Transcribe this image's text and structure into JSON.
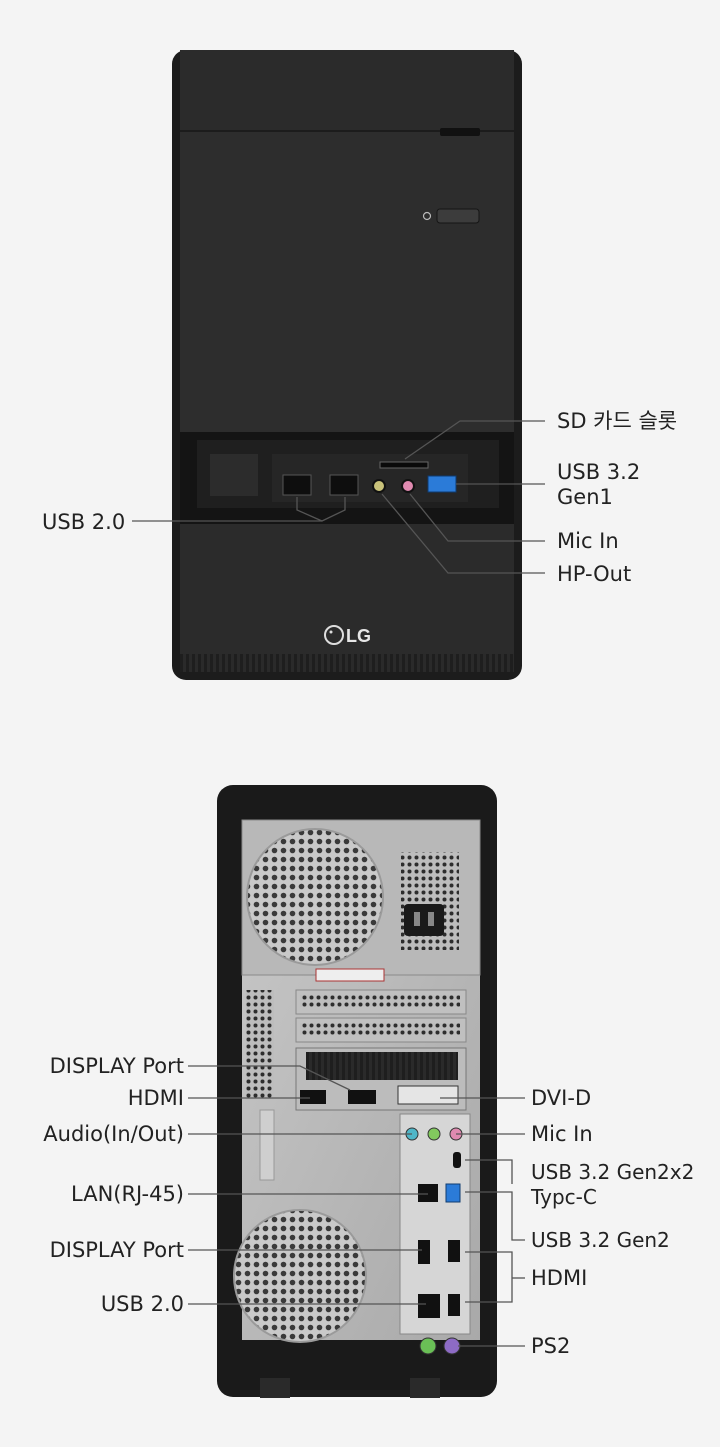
{
  "front": {
    "brand": "LG",
    "labels": {
      "sd_slot": "SD 카드 슬롯",
      "usb32_gen1_a": "USB 3.2",
      "usb32_gen1_b": "Gen1",
      "mic_in": "Mic In",
      "hp_out": "HP-Out",
      "usb20": "USB 2.0"
    }
  },
  "rear": {
    "labels_left": {
      "display_port_1": "DISPLAY Port",
      "hdmi_1": "HDMI",
      "audio": "Audio(In/Out)",
      "lan": "LAN(RJ-45)",
      "display_port_2": "DISPLAY Port",
      "usb20": "USB 2.0"
    },
    "labels_right": {
      "dvi_d": "DVI-D",
      "mic_in": "Mic In",
      "usb_typec_a": "USB 3.2 Gen2x2",
      "usb_typec_b": "Typc-C",
      "usb_gen2": "USB 3.2 Gen2",
      "hdmi": "HDMI",
      "ps2": "PS2"
    }
  }
}
